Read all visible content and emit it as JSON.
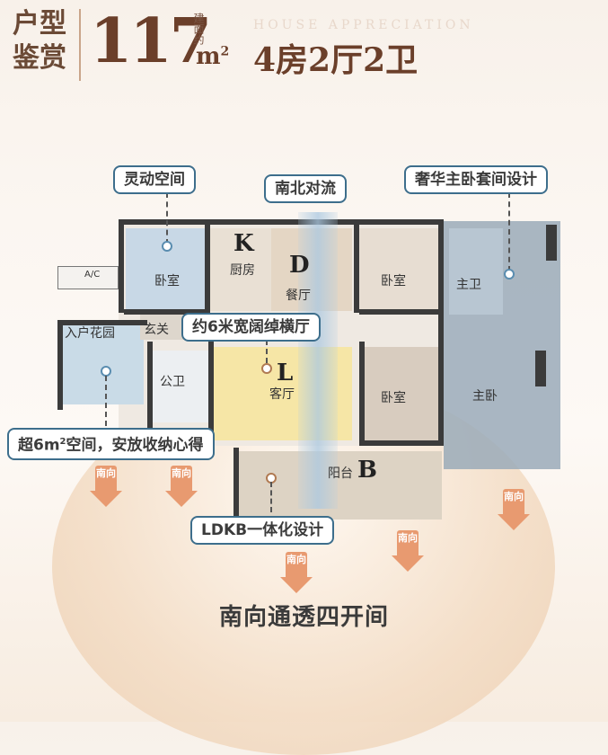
{
  "header": {
    "title_line1": "户型",
    "title_line2": "鉴赏",
    "area": "117",
    "area_note": "建面约",
    "unit": "m",
    "unit_sup": "2",
    "subtitle_en": "HOUSE APPRECIATION",
    "rooms": "4房2厅2卫"
  },
  "rooms": {
    "bedroom_tl": "卧室",
    "kitchen_letter": "K",
    "kitchen": "厨房",
    "dining_letter": "D",
    "dining": "餐厅",
    "bedroom_tc": "卧室",
    "master_bath": "主卫",
    "ac": "A/C",
    "garden": "入户花园",
    "foyer": "玄关",
    "bath": "公卫",
    "living_letter": "L",
    "living": "客厅",
    "bedroom_c": "卧室",
    "master": "主卧",
    "balcony": "阳台",
    "balcony_letter": "B"
  },
  "callouts": {
    "flex": "灵动空间",
    "airflow": "南北对流",
    "master_suite": "奢华主卧套间设计",
    "living_width": "约6米宽阔绰横厅",
    "storage_pre": "超6m",
    "storage_sup": "2",
    "storage_post": "空间，安放收纳心得",
    "ldkb": "LDKB一体化设计"
  },
  "south_label": "南向",
  "footer": "南向通透四开间",
  "colors": {
    "brown": "#6b3f2a",
    "callout_border": "#3d6e8c",
    "south_arrow": "#e89a70",
    "living_yellow": "#f6e6a6",
    "blue_room": "#c8d8e6",
    "master_gray": "#9aaab8"
  }
}
